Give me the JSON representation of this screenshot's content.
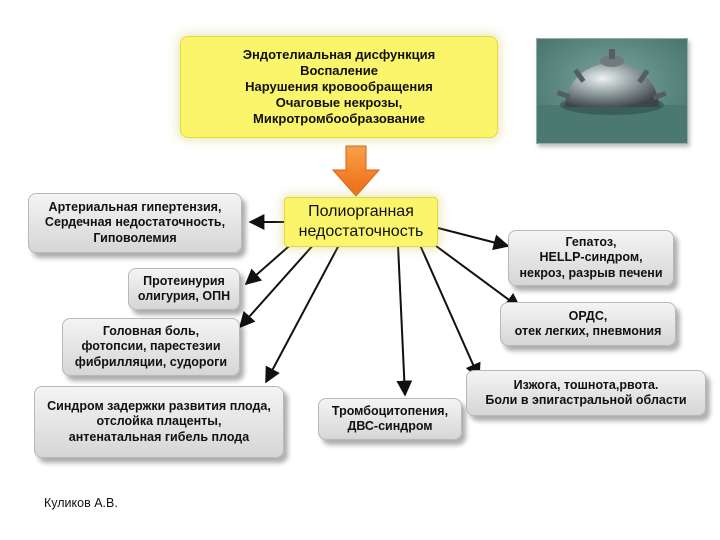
{
  "top_box": {
    "lines": [
      "Эндотелиальная дисфункция",
      "Воспаление",
      "Нарушения кровообращения",
      "Очаговые некрозы,",
      "Микротромбообразование"
    ]
  },
  "center_box": {
    "lines": [
      "Полиорганная",
      "недостаточность"
    ]
  },
  "left_boxes": {
    "cardio": [
      "Артериальная гипертензия,",
      "Сердечная недостаточность,",
      "Гиповолемия"
    ],
    "renal": [
      "Протеинурия",
      "олигурия, ОПН"
    ],
    "neuro": [
      "Головная боль,",
      "фотопсии, парестезии",
      "фибрилляции, судороги"
    ],
    "fetal": [
      "Синдром задержки развития плода,",
      "отслойка плаценты,",
      "антенатальная гибель плода"
    ]
  },
  "bottom_box": {
    "lines": [
      "Тромбоцитопения,",
      "ДВС-синдром"
    ]
  },
  "right_boxes": {
    "hepatic": [
      "Гепатоз,",
      "HELLP-синдром,",
      "некроз, разрыв печени"
    ],
    "pulmonary": [
      "ОРДС,",
      "отек легких, пневмония"
    ],
    "gastro": [
      "Изжога, тошнота,рвота.",
      "Боли в эпигастральной области"
    ]
  },
  "author": "Куликов А.В.",
  "colors": {
    "yellow_box": "#faf56a",
    "gray_box": "#e4e4e4",
    "down_arrow": "#f47a20",
    "connector": "#111111"
  },
  "icons": {
    "down_arrow": "orange-down-arrow-icon",
    "photo": "sea-mine-photo"
  }
}
